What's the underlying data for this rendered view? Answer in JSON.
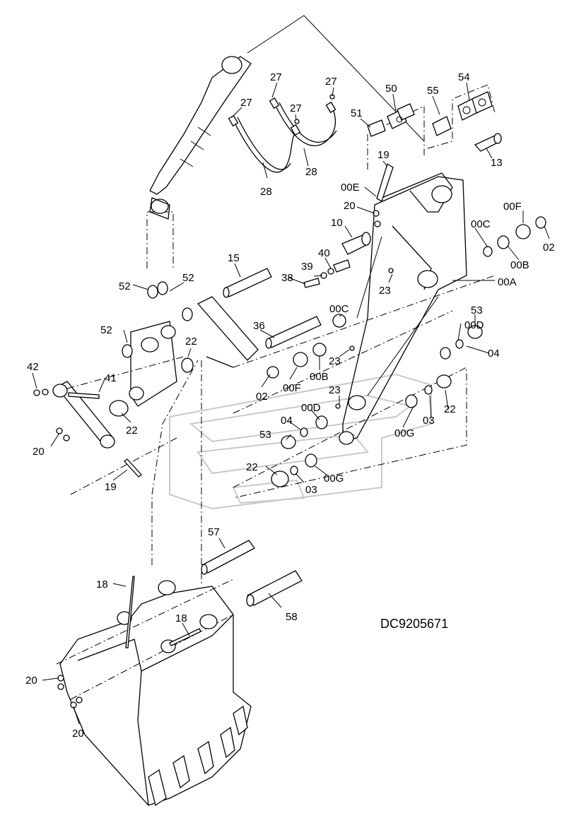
{
  "drawing_code": "DC9205671",
  "labels": {
    "l27a": "27",
    "l27b": "27",
    "l27c": "27",
    "l27d": "27",
    "l28a": "28",
    "l28b": "28",
    "l50": "50",
    "l51": "51",
    "l55": "55",
    "l54": "54",
    "l13": "13",
    "l19a": "19",
    "l00E": "00E",
    "l20a": "20",
    "l10": "10",
    "l00F_top": "00F",
    "l00C_top": "00C",
    "l02_top": "02",
    "l00B_top": "00B",
    "l00A": "00A",
    "l40": "40",
    "l39": "39",
    "l38": "38",
    "l23a": "23",
    "l15": "15",
    "l52a": "52",
    "l52b": "52",
    "l52c": "52",
    "l36": "36",
    "l00C_mid": "00C",
    "l22a": "22",
    "l53a": "53",
    "l00D_a": "00D",
    "l04a": "04",
    "l42": "42",
    "l41": "41",
    "l23b": "23",
    "l00B_mid": "00B",
    "l00F_mid": "00F",
    "l02_mid": "02",
    "l23c": "23",
    "l22b": "22",
    "l22c": "22",
    "l00D_b": "00D",
    "l04b": "04",
    "l03a": "03",
    "l53b": "53",
    "l00G_a": "00G",
    "l20b": "20",
    "l22d": "22",
    "l03b": "03",
    "l00G_b": "00G",
    "l19b": "19",
    "l57": "57",
    "l18a": "18",
    "l58": "58",
    "l18b": "18",
    "l20c": "20",
    "l20d": "20"
  }
}
